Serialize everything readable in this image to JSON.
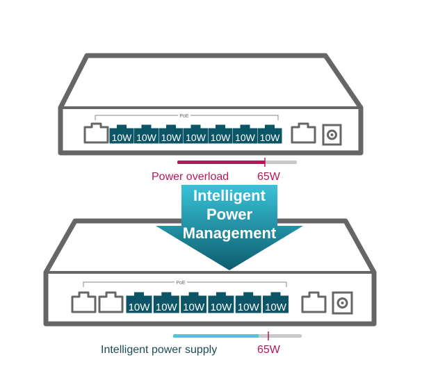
{
  "top_switch": {
    "poe_label": "PoE",
    "ports": [
      "10W",
      "10W",
      "10W",
      "10W",
      "10W",
      "10W",
      "10W"
    ],
    "status_text": "Power overload",
    "budget": "65W",
    "load_fraction": 1.0,
    "bar_color": "#b5175b"
  },
  "arrow": {
    "lines": [
      "Intelligent",
      "Power",
      "Management"
    ],
    "color_top": "#38c3d8",
    "color_bottom": "#0d5c6e"
  },
  "bottom_switch": {
    "poe_label": "PoE",
    "ports": [
      "10W",
      "10W",
      "10W",
      "10W",
      "10W",
      "10W"
    ],
    "status_text": "Intelligent power supply",
    "budget": "65W",
    "load_fraction": 0.9,
    "bar_color": "#4ec6dc"
  },
  "colors": {
    "outline": "#666666",
    "port_active": "#0b5566",
    "overload_text": "#b5175b",
    "supply_text": "#1c4a58",
    "track": "#c8c8c8"
  }
}
